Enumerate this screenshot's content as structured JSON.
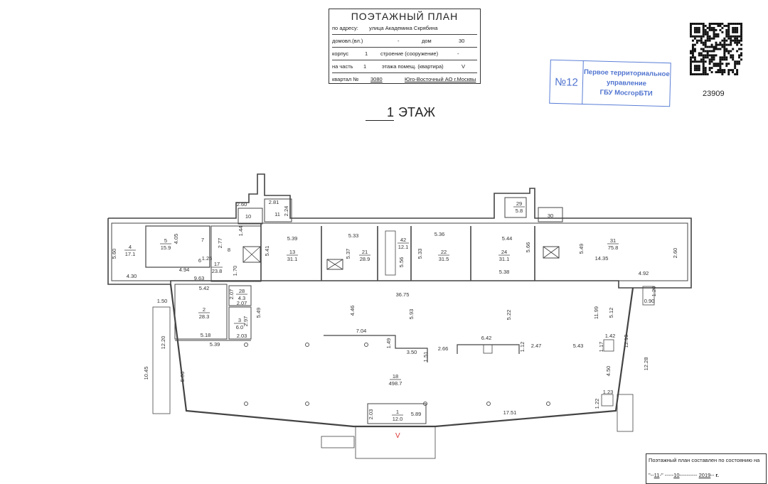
{
  "header": {
    "title": "ПОЭТАЖНЫЙ ПЛАН",
    "address_label": "по адресу:",
    "address_value": "улица Академика Скрябина",
    "domovl_label": "домовл.(вл.)",
    "domovl_value": "-",
    "dom_label": "дом",
    "dom_value": "30",
    "korpus_label": "корпус",
    "korpus_value": "1",
    "stroenie_label": "строение (сооружение)",
    "stroenie_value": "-",
    "part_label": "на часть",
    "part_value": "1",
    "floor_premises_label": "этажа помещ. (квартира)",
    "floor_premises_value": "V",
    "kvartal_label": "квартал №",
    "kvartal_value": "3080",
    "district": "Юго-Восточный АО г.Москвы"
  },
  "stamp": {
    "number": "№12",
    "line1": "Первое территориальное",
    "line2": "управление",
    "line3": "ГБУ МосгорБТИ"
  },
  "qr": {
    "icon": "qr-code-icon",
    "code": "23909"
  },
  "floor": {
    "number": "1",
    "label": "ЭТАЖ"
  },
  "footer": {
    "caption": "Поэтажный план составлен по состоянию на",
    "day": "11",
    "month": "10",
    "year": "2019",
    "year_suffix": "г."
  },
  "plan": {
    "premises_mark": "V",
    "rooms": [
      {
        "number": "4",
        "area": "17.1"
      },
      {
        "number": "5",
        "area": "15.9"
      },
      {
        "number": "7",
        "area": ""
      },
      {
        "number": "6",
        "area": ""
      },
      {
        "number": "8",
        "area": ""
      },
      {
        "number": "17",
        "area": "23.8"
      },
      {
        "number": "10",
        "area": ""
      },
      {
        "number": "11",
        "area": ""
      },
      {
        "number": "13",
        "area": "31.1"
      },
      {
        "number": "21",
        "area": "28.9"
      },
      {
        "number": "42",
        "area": "12.1"
      },
      {
        "number": "22",
        "area": "31.5"
      },
      {
        "number": "24",
        "area": "31.1"
      },
      {
        "number": "29",
        "area": "5.8"
      },
      {
        "number": "30",
        "area": ""
      },
      {
        "number": "31",
        "area": "75.8"
      },
      {
        "number": "2",
        "area": "28.3"
      },
      {
        "number": "28",
        "area": "4.3"
      },
      {
        "number": "3",
        "area": "6.0"
      },
      {
        "number": "18",
        "area": "498.7"
      },
      {
        "number": "1",
        "area": "12.0"
      }
    ],
    "dimensions": [
      "5.60",
      "4.30",
      "4.94",
      "4.05",
      "2.77",
      "1.25",
      "9.63",
      "1.70",
      "1.44",
      "2.60",
      "2.81",
      "2.24",
      "5.41",
      "5.39",
      "5.33",
      "5.37",
      "5.56",
      "5.33",
      "5.36",
      "5.44",
      "5.66",
      "5.38",
      "5.49",
      "14.35",
      "2.60",
      "4.92",
      "1.20",
      "0.90",
      "5.42",
      "2.07",
      "2.07",
      "2.97",
      "2.03",
      "5.49",
      "5.18",
      "5.39",
      "1.50",
      "12.20",
      "5.06",
      "10.45",
      "36.75",
      "4.46",
      "5.93",
      "5.22",
      "11.99",
      "5.12",
      "7.04",
      "1.49",
      "3.50",
      "1.51",
      "2.66",
      "6.42",
      "1.12",
      "2.47",
      "5.43",
      "1.42",
      "1.17",
      "12.19",
      "4.50",
      "1.23",
      "1.22",
      "17.51",
      "2.03",
      "5.89",
      "12.28"
    ]
  }
}
